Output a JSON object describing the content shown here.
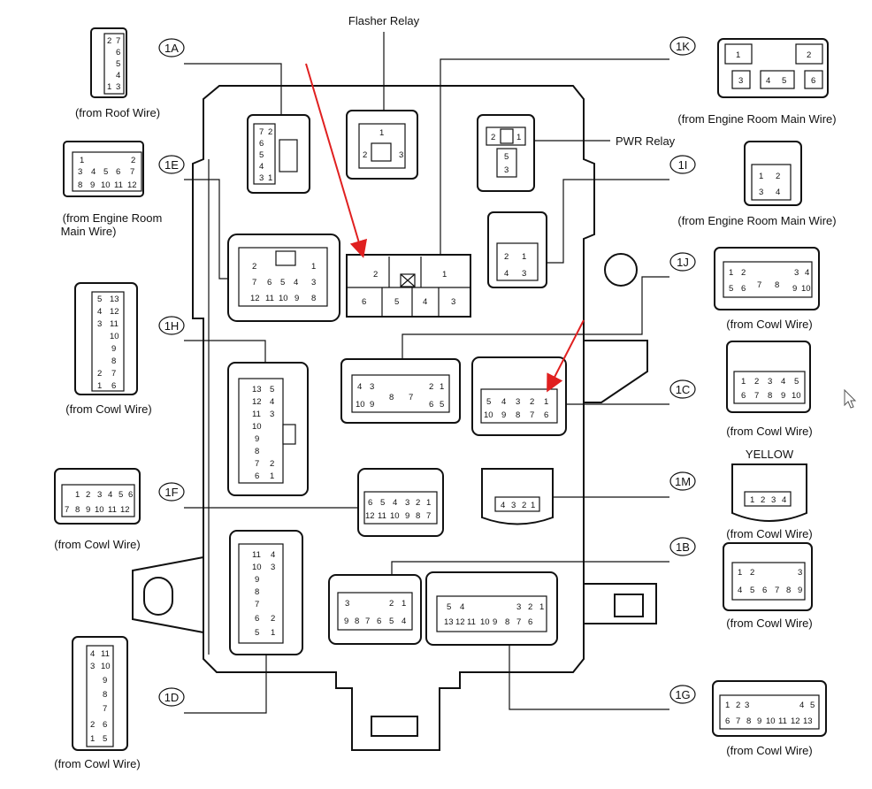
{
  "labels": {
    "flasher_relay": "Flasher Relay",
    "pwr_relay": "PWR Relay",
    "yellow": "YELLOW"
  },
  "connectors": {
    "1A": {
      "id": "1A",
      "source": "(from Roof Wire)"
    },
    "1E": {
      "id": "1E",
      "source_line1": "(from Engine Room",
      "source_line2": "Main Wire)"
    },
    "1H": {
      "id": "1H",
      "source": "(from Cowl Wire)"
    },
    "1F": {
      "id": "1F",
      "source": "(from Cowl Wire)"
    },
    "1D": {
      "id": "1D",
      "source": "(from Cowl Wire)"
    },
    "1K": {
      "id": "1K",
      "source": "(from Engine Room Main Wire)"
    },
    "1I": {
      "id": "1I",
      "source": "(from Engine Room Main Wire)"
    },
    "1J": {
      "id": "1J",
      "source": "(from Cowl Wire)"
    },
    "1C": {
      "id": "1C",
      "source": "(from Cowl Wire)"
    },
    "1M": {
      "id": "1M",
      "source": "(from Cowl Wire)"
    },
    "1B": {
      "id": "1B",
      "source": "(from Cowl Wire)"
    },
    "1G": {
      "id": "1G",
      "source": "(from Cowl Wire)"
    }
  },
  "colors": {
    "line": "#111111",
    "arrow": "#e02020",
    "background": "#ffffff"
  }
}
